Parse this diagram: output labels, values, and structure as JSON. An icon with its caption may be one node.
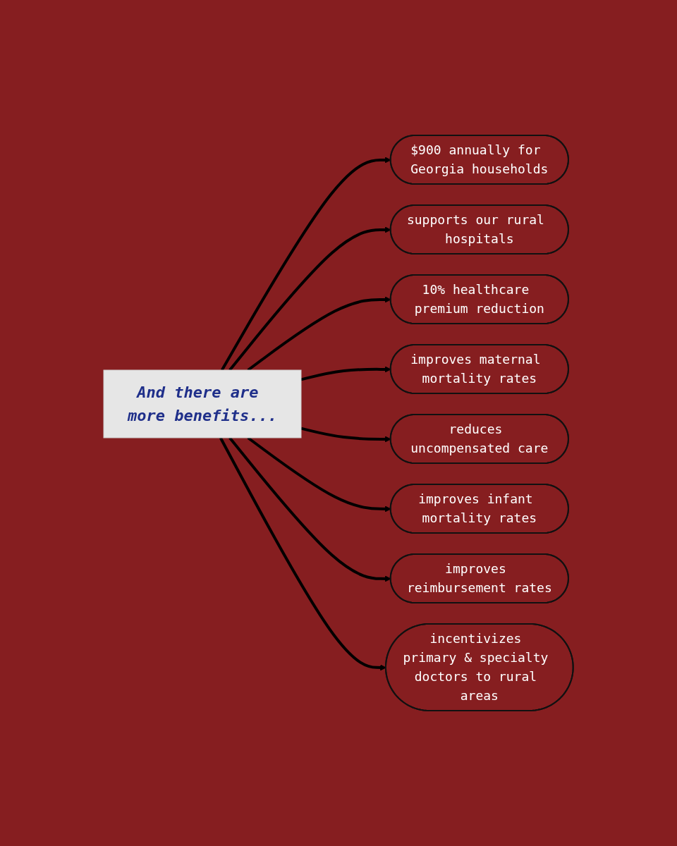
{
  "diagram": {
    "nodes": [
      {
        "text": [
          "And there are more benefits..."
        ]
      },
      {
        "text": [
          "$900 annually for Georgia households"
        ]
      },
      {
        "text": [
          "supports our rural hospitals"
        ]
      },
      {
        "text": [
          "10% healthcare premium reduction"
        ]
      },
      {
        "text": [
          "improves maternal mortality rates"
        ]
      },
      {
        "text": [
          "reduces uncompensated care"
        ]
      },
      {
        "text": [
          "improves infant mortality rates"
        ]
      },
      {
        "text": [
          "improves reimbursement rates"
        ]
      },
      {
        "text": [
          "incentivizes primary & specialty doctors to rural areas"
        ]
      }
    ],
    "edges": [
      {
        "from": 0,
        "to": 1,
        "arrow": "to"
      },
      {
        "from": 0,
        "to": 2,
        "arrow": "to"
      },
      {
        "from": 0,
        "to": 3,
        "arrow": "to"
      },
      {
        "from": 0,
        "to": 4,
        "arrow": "to"
      },
      {
        "from": 0,
        "to": 5,
        "arrow": "to"
      },
      {
        "from": 0,
        "to": 6,
        "arrow": "to"
      },
      {
        "from": 0,
        "to": 7,
        "arrow": "to"
      },
      {
        "from": 0,
        "to": 8,
        "arrow": "to"
      }
    ]
  }
}
